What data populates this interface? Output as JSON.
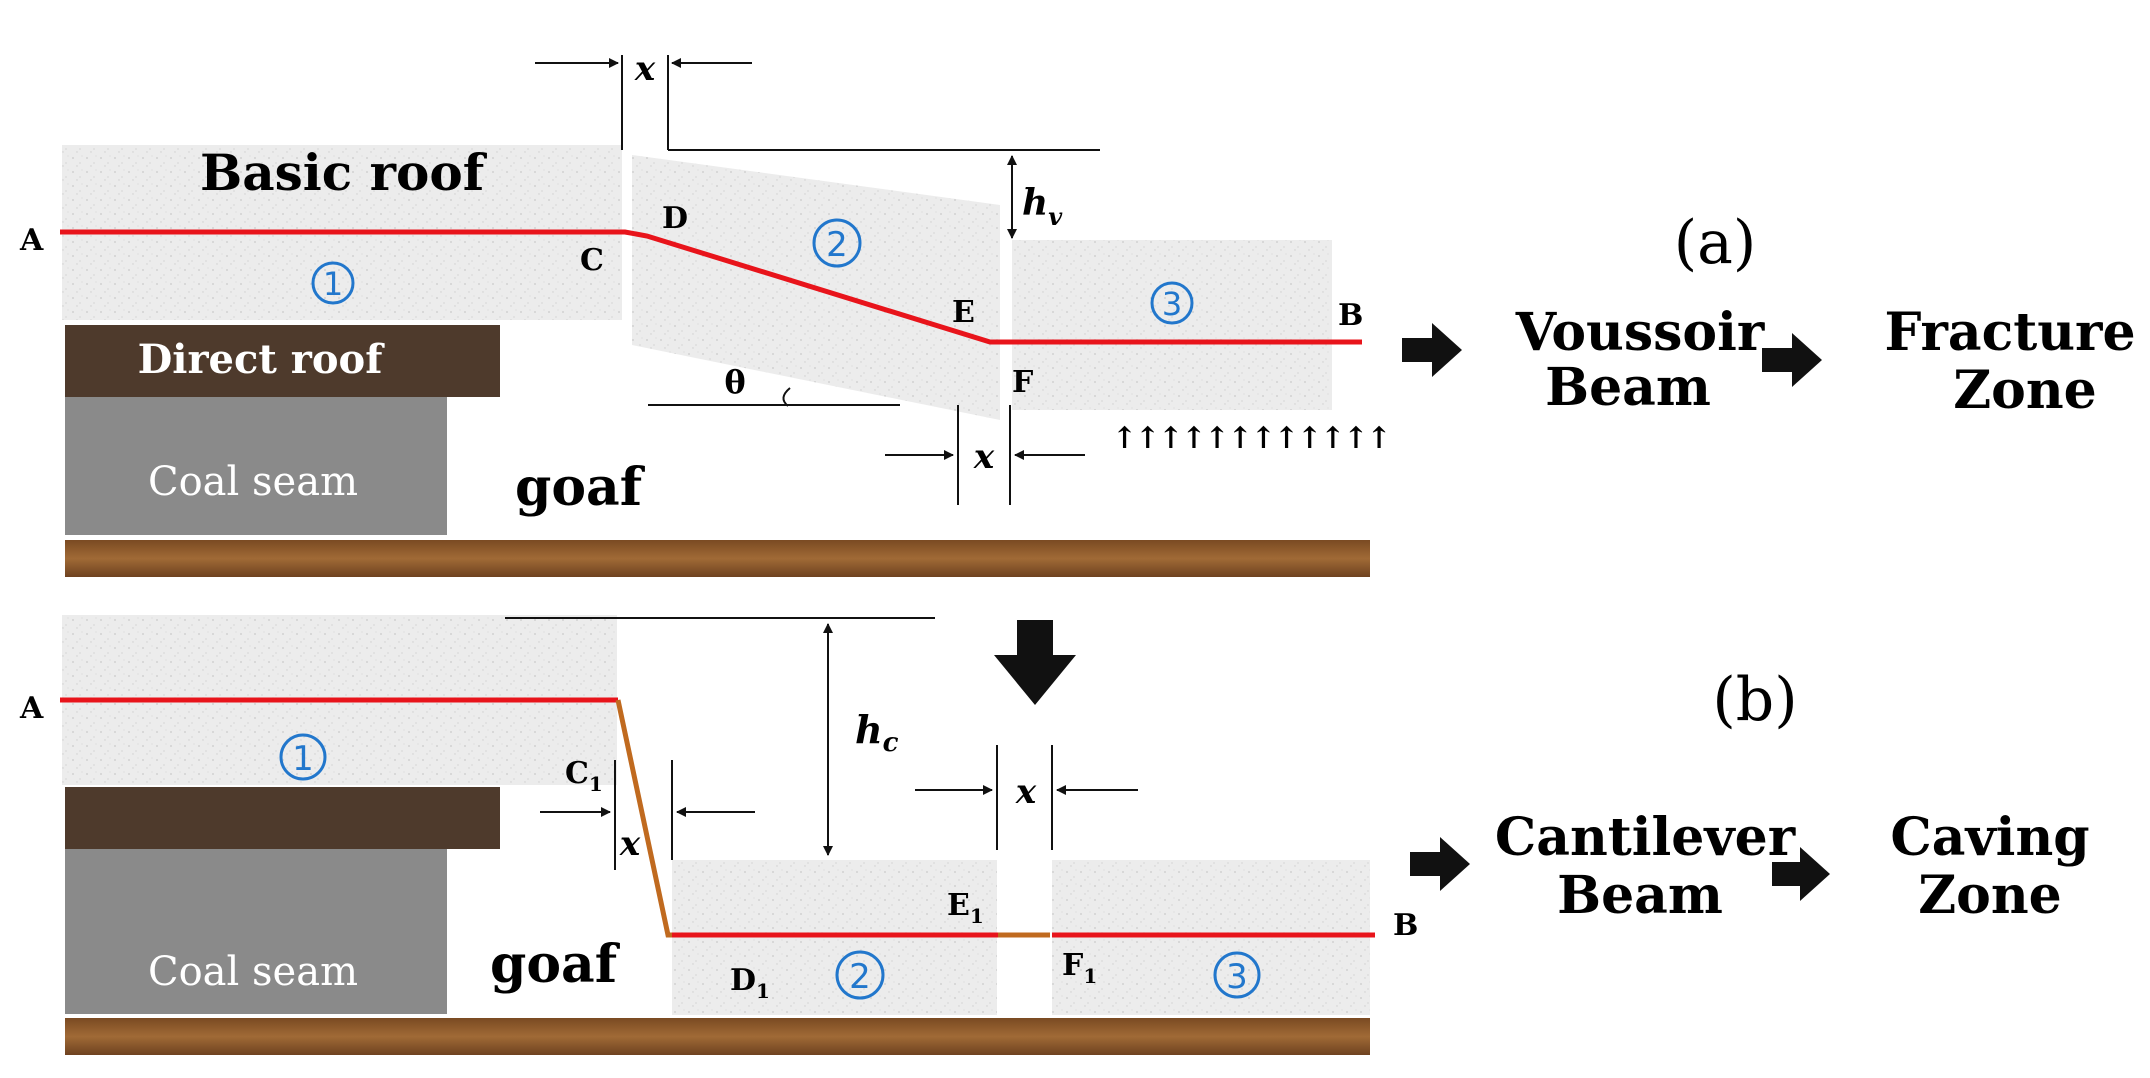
{
  "colors": {
    "rock": "#ebebeb",
    "rock_speckle": "#d6d6d6",
    "direct_roof": "#4e3a2c",
    "coal": "#8a8a8a",
    "floor": "#8b5a2b",
    "red_line": "#e8141b",
    "orange_line": "#c06a1f",
    "circle_blue": "#2277cc",
    "arrow": "#111111"
  },
  "panel_a": {
    "label": "(a)",
    "basic_roof": "Basic roof",
    "direct_roof": "Direct roof",
    "coal_seam": "Coal seam",
    "goaf": "goaf",
    "point_A": "A",
    "point_B": "B",
    "point_C": "C",
    "point_D": "D",
    "point_E": "E",
    "point_F": "F",
    "block_1": "1",
    "block_2": "2",
    "block_3": "3",
    "gap_top": "x",
    "gap_bottom": "x",
    "height_main": "h",
    "height_sub": "v",
    "angle": "θ",
    "support_arrows": "↑↑↑↑↑↑↑↑↑↑↑↑",
    "beam_line1": "Voussoir",
    "beam_line2": "Beam",
    "zone_line1": "Fracture",
    "zone_line2": "Zone"
  },
  "panel_b": {
    "label": "(b)",
    "coal_seam": "Coal seam",
    "goaf": "goaf",
    "point_A": "A",
    "point_B": "B",
    "point_C": "C",
    "point_C_sub": "1",
    "point_D": "D",
    "point_D_sub": "1",
    "point_E": "E",
    "point_E_sub": "1",
    "point_F": "F",
    "point_F_sub": "1",
    "block_1": "1",
    "block_2": "2",
    "block_3": "3",
    "gap_left": "x",
    "gap_right": "x",
    "height_main": "h",
    "height_sub": "c",
    "beam_line1": "Cantilever",
    "beam_line2": "Beam",
    "zone_line1": "Caving",
    "zone_line2": "Zone"
  }
}
